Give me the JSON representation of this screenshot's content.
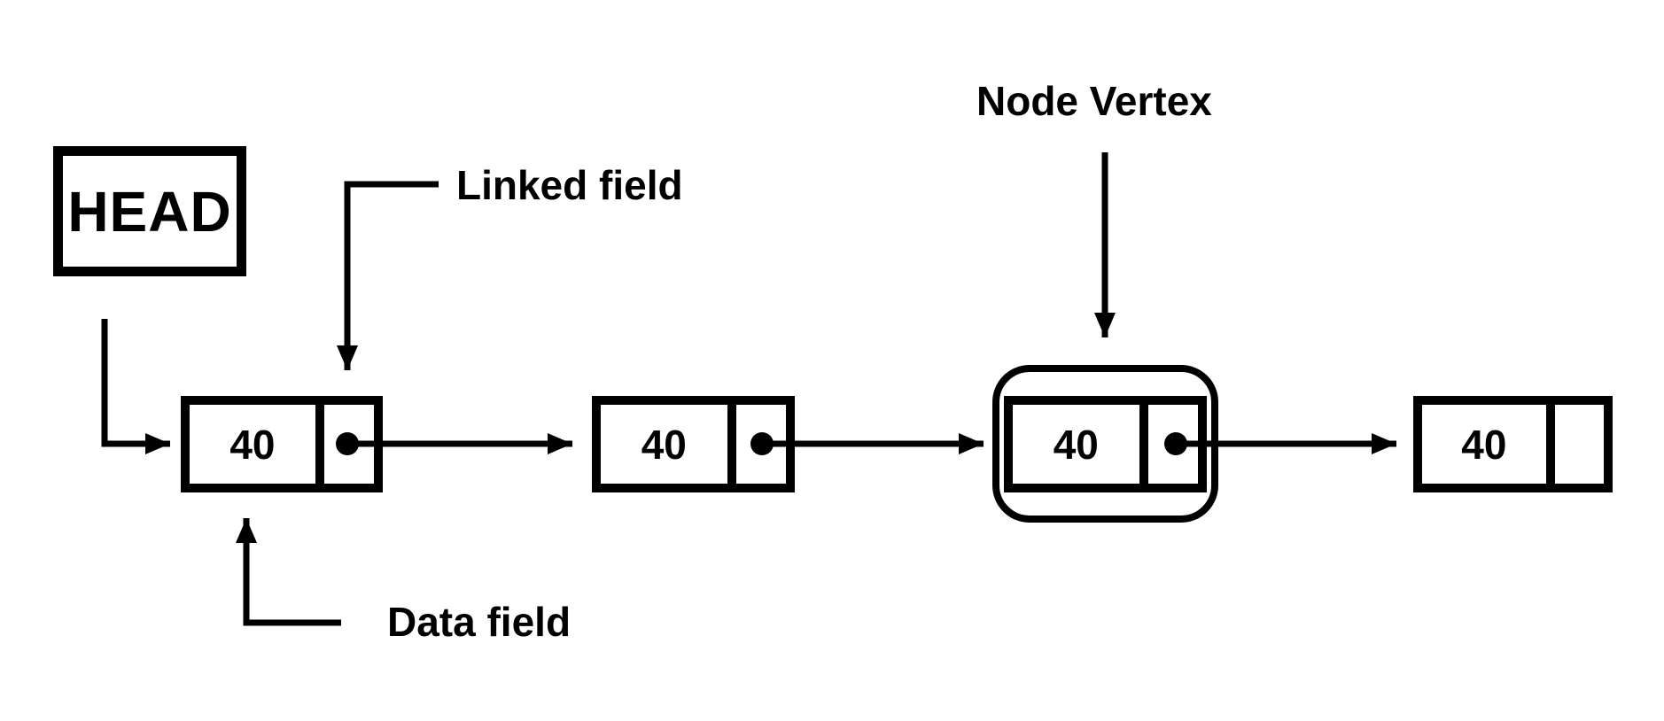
{
  "diagram": {
    "type": "singly-linked-list",
    "head_label": "HEAD",
    "annotations": {
      "linked_field": "Linked field",
      "data_field": "Data field",
      "node_vertex": "Node Vertex"
    },
    "nodes": [
      {
        "value": "40",
        "pointer": "filled-dot",
        "enclosed": false
      },
      {
        "value": "40",
        "pointer": "filled-dot",
        "enclosed": false
      },
      {
        "value": "40",
        "pointer": "filled-dot",
        "enclosed": true
      },
      {
        "value": "40",
        "pointer": "empty",
        "enclosed": false
      }
    ],
    "colors": {
      "ink": "#000000",
      "background": "#ffffff"
    }
  }
}
